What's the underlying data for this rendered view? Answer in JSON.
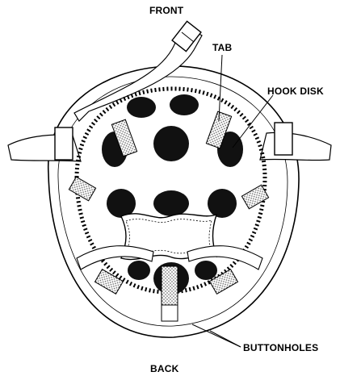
{
  "labels": {
    "front": "FRONT",
    "tab": "TAB",
    "hook_disk": "HOOK DISK",
    "buttonholes": "BUTTONHOLES",
    "back": "BACK"
  },
  "icons": {
    "helmet": "helmet-interior-icon"
  },
  "colors": {
    "line": "#000000",
    "pad": "#111111",
    "background": "#ffffff"
  }
}
